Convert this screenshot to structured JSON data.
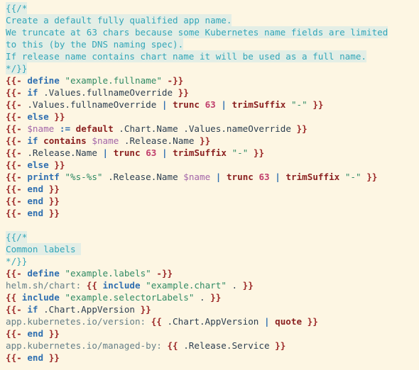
{
  "colors": {
    "background": "#fdf6e3",
    "comment": "#33a6b8",
    "comment_highlight": "#e3eee6",
    "brace": "#9b2626",
    "keyword": "#2f6fb0",
    "function": "#8a1f1f",
    "string": "#2f8a63",
    "number": "#c03e6c",
    "variable": "#a366a8",
    "plain_text": "#657f88"
  },
  "lines": [
    [
      {
        "c": "comment",
        "t": "{{/*",
        "hl": true
      }
    ],
    [
      {
        "c": "comment",
        "t": "Create a default fully qualified app name.",
        "hl": true
      }
    ],
    [
      {
        "c": "comment",
        "t": "We truncate at 63 chars because some Kubernetes name fields are limited",
        "hl": true
      }
    ],
    [
      {
        "c": "comment",
        "t": "to this (by the DNS naming spec).",
        "hl": true
      }
    ],
    [
      {
        "c": "comment",
        "t": "If release name contains chart name it will be used as a full name.",
        "hl": true
      }
    ],
    [
      {
        "c": "comment",
        "t": "*/}}",
        "hl": true
      }
    ],
    [
      {
        "c": "brace",
        "t": "{{-"
      },
      {
        "c": "plain",
        "t": " "
      },
      {
        "c": "keyword",
        "t": "define"
      },
      {
        "c": "plain",
        "t": " "
      },
      {
        "c": "string",
        "t": "\"example.fullname\""
      },
      {
        "c": "plain",
        "t": " "
      },
      {
        "c": "brace",
        "t": "-}}"
      }
    ],
    [
      {
        "c": "brace",
        "t": "{{-"
      },
      {
        "c": "plain",
        "t": " "
      },
      {
        "c": "keyword",
        "t": "if"
      },
      {
        "c": "plain",
        "t": " .Values.fullnameOverride "
      },
      {
        "c": "brace",
        "t": "}}"
      }
    ],
    [
      {
        "c": "brace",
        "t": "{{-"
      },
      {
        "c": "plain",
        "t": " .Values.fullnameOverride "
      },
      {
        "c": "op",
        "t": "|"
      },
      {
        "c": "plain",
        "t": " "
      },
      {
        "c": "func",
        "t": "trunc"
      },
      {
        "c": "plain",
        "t": " "
      },
      {
        "c": "number",
        "t": "63"
      },
      {
        "c": "plain",
        "t": " "
      },
      {
        "c": "op",
        "t": "|"
      },
      {
        "c": "plain",
        "t": " "
      },
      {
        "c": "func",
        "t": "trimSuffix"
      },
      {
        "c": "plain",
        "t": " "
      },
      {
        "c": "string",
        "t": "\"-\""
      },
      {
        "c": "plain",
        "t": " "
      },
      {
        "c": "brace",
        "t": "}}"
      }
    ],
    [
      {
        "c": "brace",
        "t": "{{-"
      },
      {
        "c": "plain",
        "t": " "
      },
      {
        "c": "keyword",
        "t": "else"
      },
      {
        "c": "plain",
        "t": " "
      },
      {
        "c": "brace",
        "t": "}}"
      }
    ],
    [
      {
        "c": "brace",
        "t": "{{-"
      },
      {
        "c": "plain",
        "t": " "
      },
      {
        "c": "var",
        "t": "$name"
      },
      {
        "c": "plain",
        "t": " "
      },
      {
        "c": "op",
        "t": ":="
      },
      {
        "c": "plain",
        "t": " "
      },
      {
        "c": "func",
        "t": "default"
      },
      {
        "c": "plain",
        "t": " .Chart.Name .Values.nameOverride "
      },
      {
        "c": "brace",
        "t": "}}"
      }
    ],
    [
      {
        "c": "brace",
        "t": "{{-"
      },
      {
        "c": "plain",
        "t": " "
      },
      {
        "c": "keyword",
        "t": "if"
      },
      {
        "c": "plain",
        "t": " "
      },
      {
        "c": "func",
        "t": "contains"
      },
      {
        "c": "plain",
        "t": " "
      },
      {
        "c": "var",
        "t": "$name"
      },
      {
        "c": "plain",
        "t": " .Release.Name "
      },
      {
        "c": "brace",
        "t": "}}"
      }
    ],
    [
      {
        "c": "brace",
        "t": "{{-"
      },
      {
        "c": "plain",
        "t": " .Release.Name "
      },
      {
        "c": "op",
        "t": "|"
      },
      {
        "c": "plain",
        "t": " "
      },
      {
        "c": "func",
        "t": "trunc"
      },
      {
        "c": "plain",
        "t": " "
      },
      {
        "c": "number",
        "t": "63"
      },
      {
        "c": "plain",
        "t": " "
      },
      {
        "c": "op",
        "t": "|"
      },
      {
        "c": "plain",
        "t": " "
      },
      {
        "c": "func",
        "t": "trimSuffix"
      },
      {
        "c": "plain",
        "t": " "
      },
      {
        "c": "string",
        "t": "\"-\""
      },
      {
        "c": "plain",
        "t": " "
      },
      {
        "c": "brace",
        "t": "}}"
      }
    ],
    [
      {
        "c": "brace",
        "t": "{{-"
      },
      {
        "c": "plain",
        "t": " "
      },
      {
        "c": "keyword",
        "t": "else"
      },
      {
        "c": "plain",
        "t": " "
      },
      {
        "c": "brace",
        "t": "}}"
      }
    ],
    [
      {
        "c": "brace",
        "t": "{{-"
      },
      {
        "c": "plain",
        "t": " "
      },
      {
        "c": "keyword",
        "t": "printf"
      },
      {
        "c": "plain",
        "t": " "
      },
      {
        "c": "string",
        "t": "\"%s-%s\""
      },
      {
        "c": "plain",
        "t": " .Release.Name "
      },
      {
        "c": "var",
        "t": "$name"
      },
      {
        "c": "plain",
        "t": " "
      },
      {
        "c": "op",
        "t": "|"
      },
      {
        "c": "plain",
        "t": " "
      },
      {
        "c": "func",
        "t": "trunc"
      },
      {
        "c": "plain",
        "t": " "
      },
      {
        "c": "number",
        "t": "63"
      },
      {
        "c": "plain",
        "t": " "
      },
      {
        "c": "op",
        "t": "|"
      },
      {
        "c": "plain",
        "t": " "
      },
      {
        "c": "func",
        "t": "trimSuffix"
      },
      {
        "c": "plain",
        "t": " "
      },
      {
        "c": "string",
        "t": "\"-\""
      },
      {
        "c": "plain",
        "t": " "
      },
      {
        "c": "brace",
        "t": "}}"
      }
    ],
    [
      {
        "c": "brace",
        "t": "{{-"
      },
      {
        "c": "plain",
        "t": " "
      },
      {
        "c": "keyword",
        "t": "end"
      },
      {
        "c": "plain",
        "t": " "
      },
      {
        "c": "brace",
        "t": "}}"
      }
    ],
    [
      {
        "c": "brace",
        "t": "{{-"
      },
      {
        "c": "plain",
        "t": " "
      },
      {
        "c": "keyword",
        "t": "end"
      },
      {
        "c": "plain",
        "t": " "
      },
      {
        "c": "brace",
        "t": "}}"
      }
    ],
    [
      {
        "c": "brace",
        "t": "{{-"
      },
      {
        "c": "plain",
        "t": " "
      },
      {
        "c": "keyword",
        "t": "end"
      },
      {
        "c": "plain",
        "t": " "
      },
      {
        "c": "brace",
        "t": "}}"
      }
    ],
    [],
    [
      {
        "c": "comment",
        "t": "{{/*",
        "hl": true
      }
    ],
    [
      {
        "c": "comment",
        "t": "Common labels ",
        "hl": true
      }
    ],
    [
      {
        "c": "comment",
        "t": "*/}}"
      }
    ],
    [
      {
        "c": "brace",
        "t": "{{-"
      },
      {
        "c": "plain",
        "t": " "
      },
      {
        "c": "keyword",
        "t": "define"
      },
      {
        "c": "plain",
        "t": " "
      },
      {
        "c": "string",
        "t": "\"example.labels\""
      },
      {
        "c": "plain",
        "t": " "
      },
      {
        "c": "brace",
        "t": "-}}"
      }
    ],
    [
      {
        "c": "text",
        "t": "helm.sh/chart: "
      },
      {
        "c": "brace",
        "t": "{{"
      },
      {
        "c": "plain",
        "t": " "
      },
      {
        "c": "keyword",
        "t": "include"
      },
      {
        "c": "plain",
        "t": " "
      },
      {
        "c": "string",
        "t": "\"example.chart\""
      },
      {
        "c": "plain",
        "t": " . "
      },
      {
        "c": "brace",
        "t": "}}"
      }
    ],
    [
      {
        "c": "brace",
        "t": "{{"
      },
      {
        "c": "plain",
        "t": " "
      },
      {
        "c": "keyword",
        "t": "include"
      },
      {
        "c": "plain",
        "t": " "
      },
      {
        "c": "string",
        "t": "\"example.selectorLabels\""
      },
      {
        "c": "plain",
        "t": " . "
      },
      {
        "c": "brace",
        "t": "}}"
      }
    ],
    [
      {
        "c": "brace",
        "t": "{{-"
      },
      {
        "c": "plain",
        "t": " "
      },
      {
        "c": "keyword",
        "t": "if"
      },
      {
        "c": "plain",
        "t": " .Chart.AppVersion "
      },
      {
        "c": "brace",
        "t": "}}"
      }
    ],
    [
      {
        "c": "text",
        "t": "app.kubernetes.io/version: "
      },
      {
        "c": "brace",
        "t": "{{"
      },
      {
        "c": "plain",
        "t": " .Chart.AppVersion "
      },
      {
        "c": "op",
        "t": "|"
      },
      {
        "c": "plain",
        "t": " "
      },
      {
        "c": "func",
        "t": "quote"
      },
      {
        "c": "plain",
        "t": " "
      },
      {
        "c": "brace",
        "t": "}}"
      }
    ],
    [
      {
        "c": "brace",
        "t": "{{-"
      },
      {
        "c": "plain",
        "t": " "
      },
      {
        "c": "keyword",
        "t": "end"
      },
      {
        "c": "plain",
        "t": " "
      },
      {
        "c": "brace",
        "t": "}}"
      }
    ],
    [
      {
        "c": "text",
        "t": "app.kubernetes.io/managed-by: "
      },
      {
        "c": "brace",
        "t": "{{"
      },
      {
        "c": "plain",
        "t": " .Release.Service "
      },
      {
        "c": "brace",
        "t": "}}"
      }
    ],
    [
      {
        "c": "brace",
        "t": "{{-"
      },
      {
        "c": "plain",
        "t": " "
      },
      {
        "c": "keyword",
        "t": "end"
      },
      {
        "c": "plain",
        "t": " "
      },
      {
        "c": "brace",
        "t": "}}"
      }
    ]
  ]
}
